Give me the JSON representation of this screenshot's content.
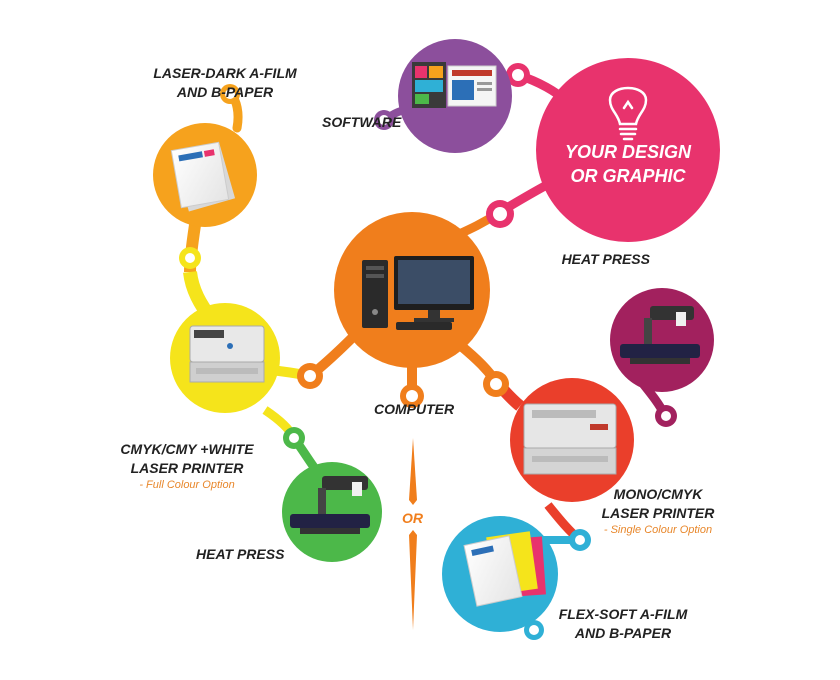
{
  "nodes": {
    "design": {
      "label_line1": "YOUR DESIGN",
      "label_line2": "OR GRAPHIC",
      "color": "#e8336d"
    },
    "software": {
      "label": "SOFTWARE",
      "color": "#8c4f9c"
    },
    "computer": {
      "label": "COMPUTER",
      "color": "#f07e1c"
    },
    "laser_dark": {
      "label_line1": "LASER-DARK A-FILM",
      "label_line2": "AND B-PAPER",
      "color": "#f6a21d"
    },
    "cmyk_printer": {
      "label_line1": "CMYK/CMY +WHITE",
      "label_line2": "LASER PRINTER",
      "note": "- Full Colour Option",
      "color": "#f5e41b"
    },
    "heat_press_left": {
      "label": "HEAT PRESS",
      "color": "#4cb849"
    },
    "heat_press_right": {
      "label": "HEAT PRESS",
      "color": "#a2215e"
    },
    "mono_printer": {
      "label_line1": "MONO/CMYK",
      "label_line2": "LASER PRINTER",
      "note": "- Single Colour Option",
      "color": "#ea3f2b"
    },
    "flex_soft": {
      "label_line1": "FLEX-SOFT A-FILM",
      "label_line2": "AND B-PAPER",
      "color": "#2fb0d6"
    }
  },
  "divider": {
    "label": "OR",
    "color": "#f07e1c"
  },
  "icons": [
    "lightbulb-icon",
    "software-boxes-icon",
    "desktop-computer-icon",
    "paper-pack-icon",
    "laser-printer-icon",
    "heat-press-icon"
  ]
}
